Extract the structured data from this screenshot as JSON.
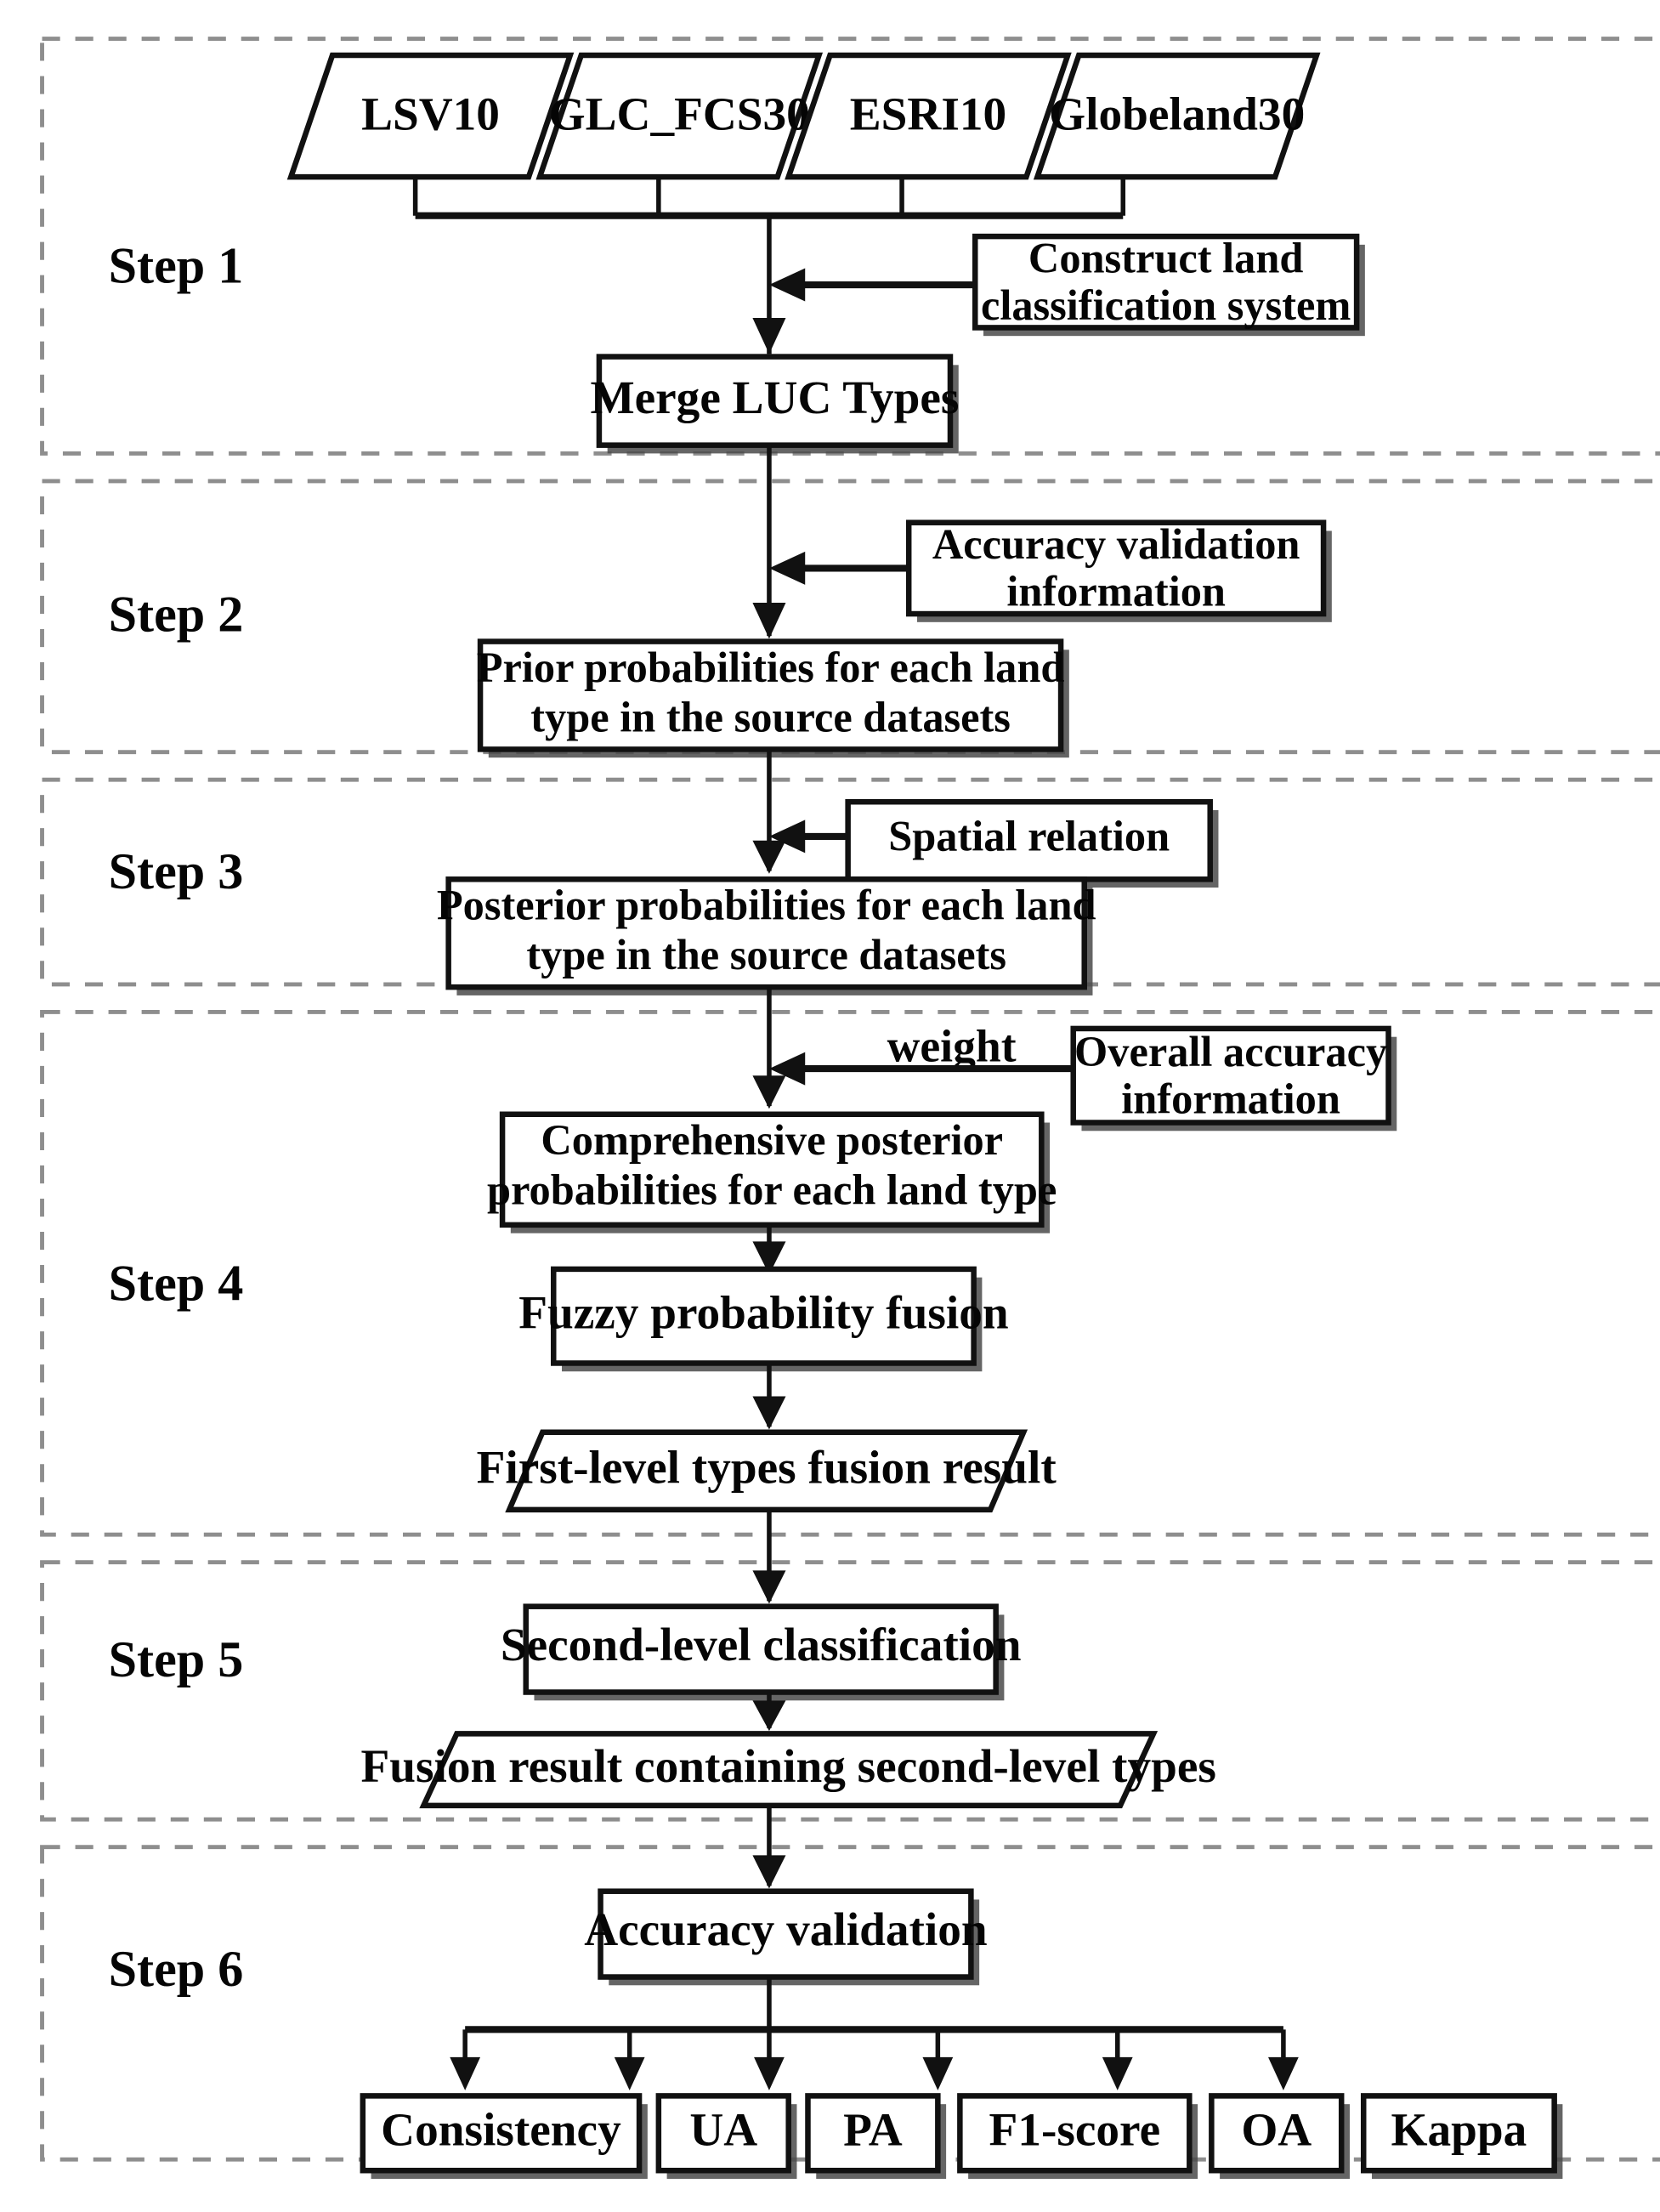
{
  "diagram": {
    "title": "Land use/cover multi-source data fusion workflow",
    "type": "flowchart",
    "orientation": "top-to-bottom",
    "colors": {
      "node_fill": "#ffffff",
      "node_stroke": "#111111",
      "section_stroke": "#8e8e8e",
      "text": "#050505",
      "shadow": "#4a4a4a"
    }
  },
  "steps": [
    {
      "id": "step1",
      "label": "Step 1"
    },
    {
      "id": "step2",
      "label": "Step 2"
    },
    {
      "id": "step3",
      "label": "Step 3"
    },
    {
      "id": "step4",
      "label": "Step 4"
    },
    {
      "id": "step5",
      "label": "Step 5"
    },
    {
      "id": "step6",
      "label": "Step 6"
    }
  ],
  "sources": [
    {
      "id": "lsv10",
      "label": "LSV10",
      "shape": "parallelogram"
    },
    {
      "id": "glc_fcs30",
      "label": "GLC_FCS30",
      "shape": "parallelogram"
    },
    {
      "id": "esri10",
      "label": "ESRI10",
      "shape": "parallelogram"
    },
    {
      "id": "globeland30",
      "label": "Globeland30",
      "shape": "parallelogram"
    }
  ],
  "nodes": {
    "construct_system": {
      "label_line1": "Construct land",
      "label_line2": "classification system",
      "shape": "rect"
    },
    "merge_luc": {
      "label_line1": "Merge LUC Types",
      "shape": "rect"
    },
    "accuracy_validation_info": {
      "label_line1": "Accuracy validation",
      "label_line2": "information",
      "shape": "rect"
    },
    "prior_prob": {
      "label_line1": "Prior probabilities for each land",
      "label_line2": "type in the source datasets",
      "shape": "rect"
    },
    "spatial_relation": {
      "label_line1": "Spatial relation",
      "shape": "rect"
    },
    "posterior_prob": {
      "label_line1": "Posterior probabilities for each land",
      "label_line2": "type in the source datasets",
      "shape": "rect"
    },
    "overall_accuracy_info": {
      "label_line1": "Overall accuracy",
      "label_line2": "information",
      "shape": "rect"
    },
    "comprehensive_posterior": {
      "label_line1": "Comprehensive posterior",
      "label_line2": "probabilities for each land type",
      "shape": "rect"
    },
    "fuzzy_fusion": {
      "label_line1": "Fuzzy probability fusion",
      "shape": "rect"
    },
    "first_level_result": {
      "label_line1": "First-level types fusion result",
      "shape": "parallelogram"
    },
    "second_level_classification": {
      "label_line1": "Second-level classification",
      "shape": "rect"
    },
    "second_level_result": {
      "label_line1": "Fusion result containing second-level types",
      "shape": "parallelogram"
    },
    "accuracy_validation": {
      "label_line1": "Accuracy validation",
      "shape": "rect"
    }
  },
  "edge_labels": {
    "weight": "weight"
  },
  "metrics": [
    {
      "id": "consistency",
      "label": "Consistency"
    },
    {
      "id": "ua",
      "label": "UA"
    },
    {
      "id": "pa",
      "label": "PA"
    },
    {
      "id": "f1",
      "label": "F1-score"
    },
    {
      "id": "oa",
      "label": "OA"
    },
    {
      "id": "kappa",
      "label": "Kappa"
    }
  ]
}
